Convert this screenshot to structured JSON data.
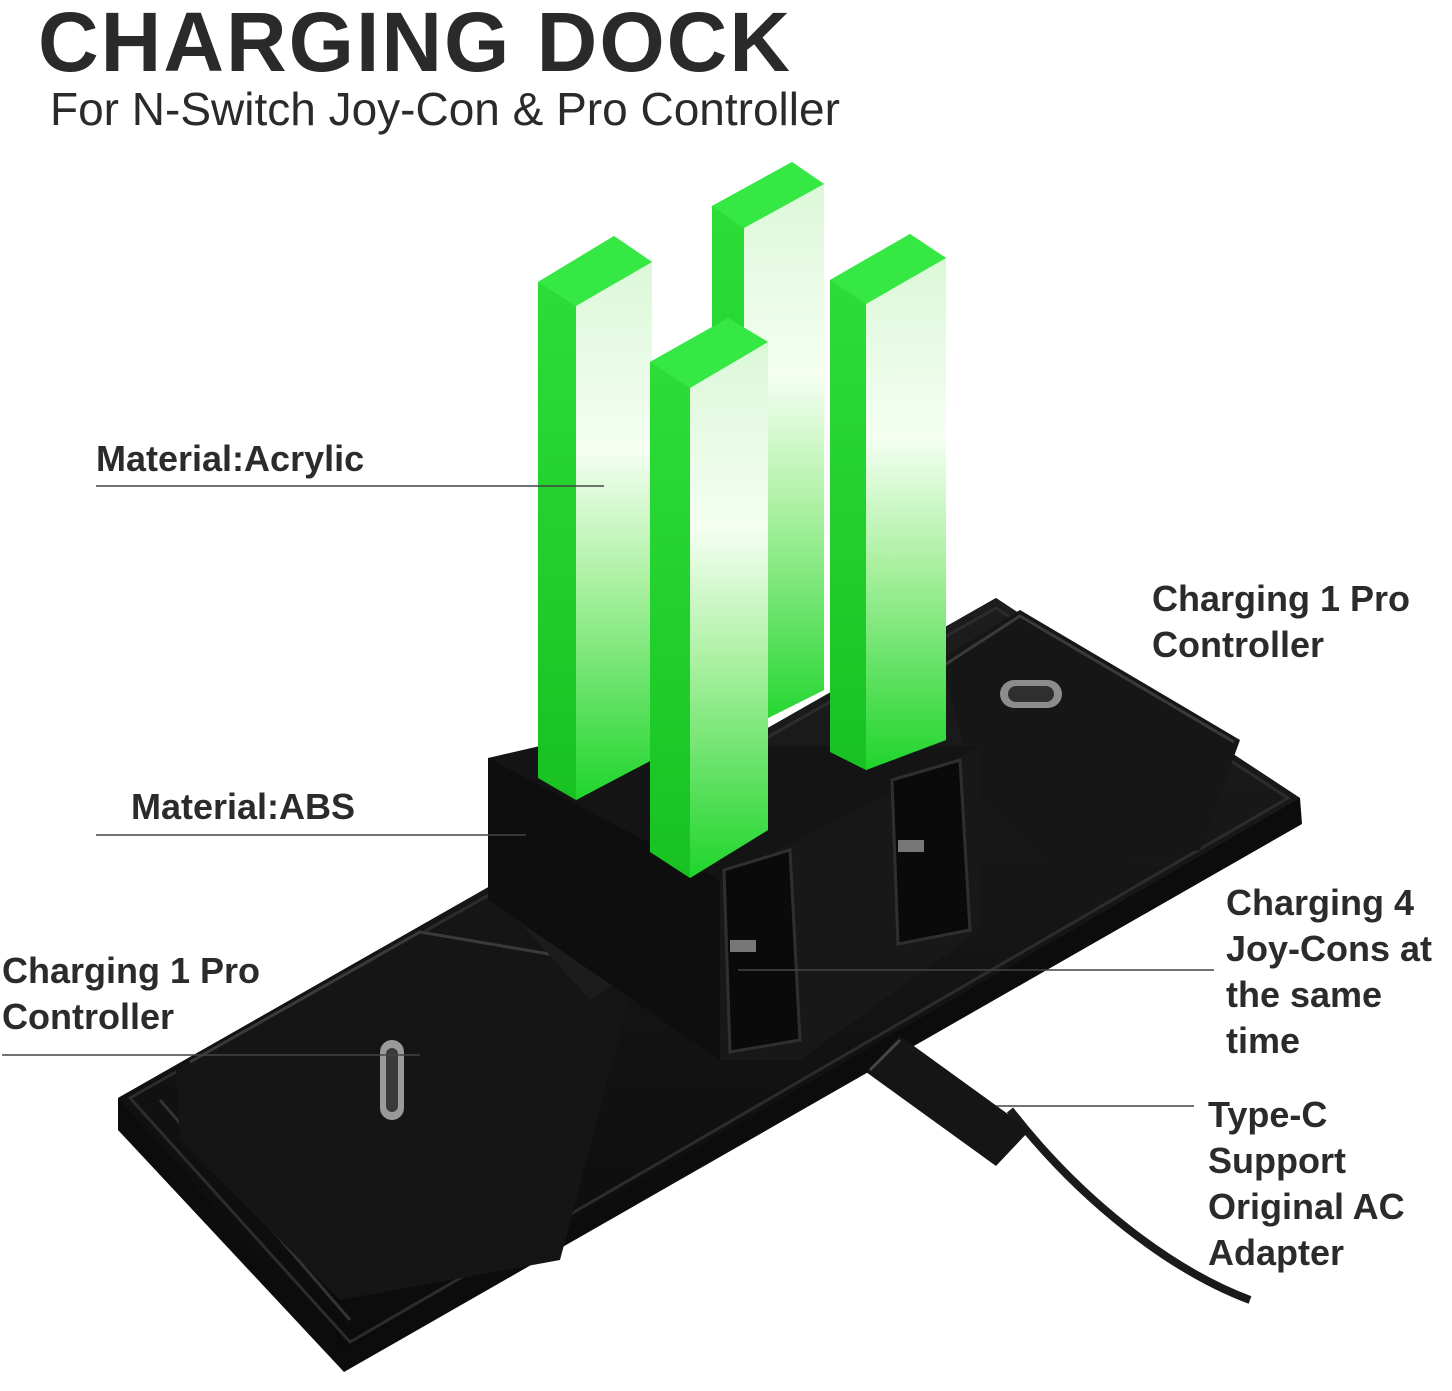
{
  "header": {
    "title": "CHARGING DOCK",
    "subtitle": "For N-Switch Joy-Con & Pro Controller"
  },
  "callouts": {
    "acrylic": "Material:Acrylic",
    "abs": "Material:ABS",
    "pro_right": [
      "Charging 1 Pro",
      "Controller"
    ],
    "pro_left": [
      "Charging 1 Pro",
      "Controller"
    ],
    "joycons": [
      "Charging 4",
      "Joy-Cons at",
      "the same",
      "time"
    ],
    "typec": [
      "Type-C",
      "Support",
      "Original AC",
      "Adapter"
    ]
  },
  "colors": {
    "acrylic_green": "#22dd33",
    "dock_black": "#111111",
    "text": "#2b2b2b"
  }
}
